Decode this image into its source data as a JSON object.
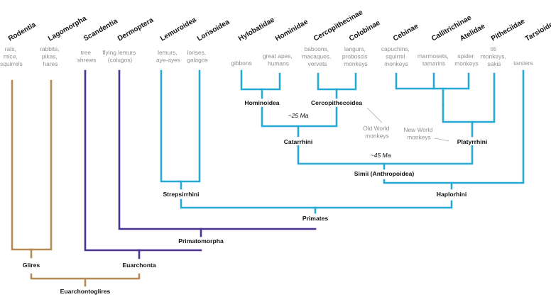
{
  "colors": {
    "glires": "#b58a57",
    "euarchonta": "#4b3393",
    "primates": "#27a9d6",
    "text": "#111111",
    "muted": "#8f8f8f"
  },
  "taxa": [
    {
      "id": "rodentia",
      "name": "Rodentia",
      "common": [
        "rats,",
        "mice,",
        "squirrels"
      ]
    },
    {
      "id": "lagomorpha",
      "name": "Lagomorpha",
      "common": [
        "rabbits,",
        "pikas,",
        "hares"
      ]
    },
    {
      "id": "scandentia",
      "name": "Scandentia",
      "common": [
        "tree",
        "shrews"
      ]
    },
    {
      "id": "dermoptera",
      "name": "Dermoptera",
      "common": [
        "flying lemurs",
        "(colugos)"
      ]
    },
    {
      "id": "lemuroidea",
      "name": "Lemuroidea",
      "common": [
        "lemurs,",
        "aye-ayes"
      ]
    },
    {
      "id": "lorisoidea",
      "name": "Lorisoidea",
      "common": [
        "lorises,",
        "galagos"
      ]
    },
    {
      "id": "hylobatidae",
      "name": "Hylobatidae",
      "common": [
        "gibbons"
      ]
    },
    {
      "id": "hominidae",
      "name": "Hominidae",
      "common": [
        "great apes,",
        "humans"
      ]
    },
    {
      "id": "cercopithecinae",
      "name": "Cercopithecinae",
      "common": [
        "baboons,",
        "macaques,",
        "vervets"
      ]
    },
    {
      "id": "colobinae",
      "name": "Colobinae",
      "common": [
        "langurs,",
        "proboscis",
        "monkeys"
      ]
    },
    {
      "id": "cebinae",
      "name": "Cebinae",
      "common": [
        "capuchins,",
        "squirrel",
        "monkeys"
      ]
    },
    {
      "id": "callitrichinae",
      "name": "Callitrichinae",
      "common": [
        "marmosets,",
        "tamarins"
      ]
    },
    {
      "id": "atelidae",
      "name": "Atelidae",
      "common": [
        "spider",
        "monkeys"
      ]
    },
    {
      "id": "pitheciidae",
      "name": "Pitheciidae",
      "common": [
        "titi",
        "monkeys,",
        "sakis"
      ]
    },
    {
      "id": "tarsioidea",
      "name": "Tarsioidea",
      "common": [
        "tarsiers"
      ]
    }
  ],
  "clades": {
    "hominoidea": "Hominoidea",
    "cercopithecoidea": "Cercopithecoidea",
    "catarrhini": "Catarrhini",
    "platyrrhini": "Platyrrhini",
    "simii": "Simii (Anthropoidea)",
    "strepsirrhini": "Strepsirrhini",
    "haplorhini": "Haplorhini",
    "primates": "Primates",
    "primatomorpha": "Primatomorpha",
    "glires": "Glires",
    "euarchonta": "Euarchonta",
    "euarchontoglires": "Euarchontoglires"
  },
  "ages": {
    "catarrhini": "~25 Ma",
    "simii": "~45 Ma"
  },
  "notes": {
    "old_world": [
      "Old World",
      "monkeys"
    ],
    "new_world": [
      "New World",
      "monkeys"
    ]
  }
}
